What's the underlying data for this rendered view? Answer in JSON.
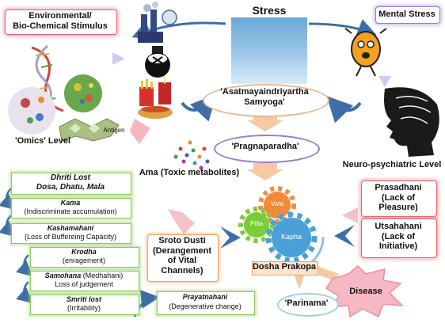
{
  "stress": "Stress",
  "env": "Environmental/\nBio-Chemical Stimulus",
  "mental": "Mental Stress",
  "asat": "'Asatmayaindriyartha\nSamyoga'",
  "pragna": "'Pragnaparadha'",
  "omics": "'Omics' Level",
  "antigen": "Antigen",
  "neuro": "Neuro-psychiatric Level",
  "ama": "Ama (Toxic metabolites)",
  "sroto": "Sroto Dusti\n(Derangement\nof Vital\nChannels)",
  "dosha": "Dosha Prakopa",
  "disease": "Disease",
  "parinama": "'Parinama'",
  "gears": {
    "vata": "Vata",
    "pitta": "Pitta",
    "kapha": "Kapha"
  },
  "prasadhani": "Prasadhani\n(Lack of\nPleasure)",
  "utsahani": "Utsahahani\n(Lack of\nInitiative)",
  "left_boxes": {
    "dhriti_1": "Dhriti Lost",
    "dhriti_2": "Dosa, Dhatu, Mala",
    "kama_1": "Kama",
    "kama_2": "(Indiscriminate accumulation)",
    "kasha_1": "Kashamahani",
    "kasha_2": "(Loss of Buffereing Capacity)",
    "krodha_1": "Krodha",
    "krodha_2": "(enragement)",
    "samo_1": "Samohana",
    "samo_1b": " (Medhahani)",
    "samo_2": "Loss of judgement",
    "smriti_1": "Smriti lost",
    "smriti_2": "(Irritability)",
    "pray_1": "Prayatnahani",
    "pray_2": "(Degenerative change)"
  },
  "colors": {
    "red_border": "#e86070",
    "purple_border": "#9a7ac8",
    "green_border": "#8cc85a",
    "orange_arrow": "#f7c9a0",
    "blue_arrow": "#3d6ea8",
    "vata_gear": "#f08a3a",
    "pitta_gear": "#7acc3a",
    "kapha_gear": "#4aa0d8",
    "disease_star": "#f6b9c3"
  }
}
